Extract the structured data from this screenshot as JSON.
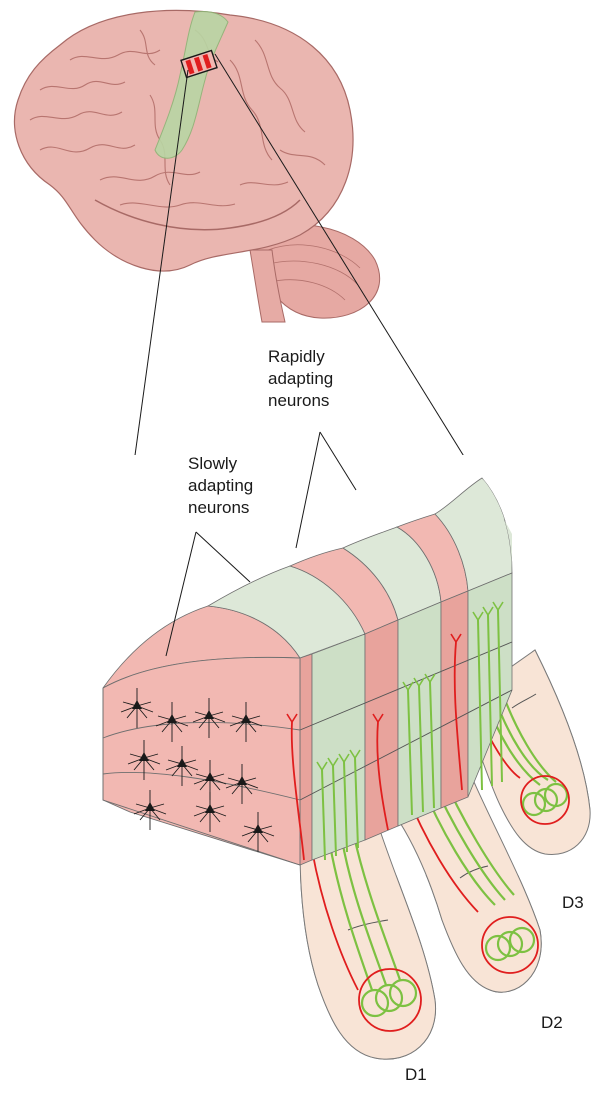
{
  "labels": {
    "rapid": [
      "Rapidly",
      "adapting",
      "neurons"
    ],
    "slow": [
      "Slowly",
      "adapting",
      "neurons"
    ],
    "digits": [
      "D1",
      "D2",
      "D3"
    ]
  },
  "colors": {
    "slow_band": "#f2b8b2",
    "slow_band_side": "#e5908a",
    "rapid_band": "#dde8d8",
    "rapid_band_side": "#cddfc6",
    "sensory_strip": "#c4dcb3",
    "axon_red": "#e01e1e",
    "axon_green": "#7dc142",
    "finger_skin": "#f8e4d6",
    "neuron": "#1a1a1a",
    "brain": "#e9b3ad"
  },
  "icons": [
    "brain-illustration",
    "neuron-icon",
    "finger-icon"
  ]
}
